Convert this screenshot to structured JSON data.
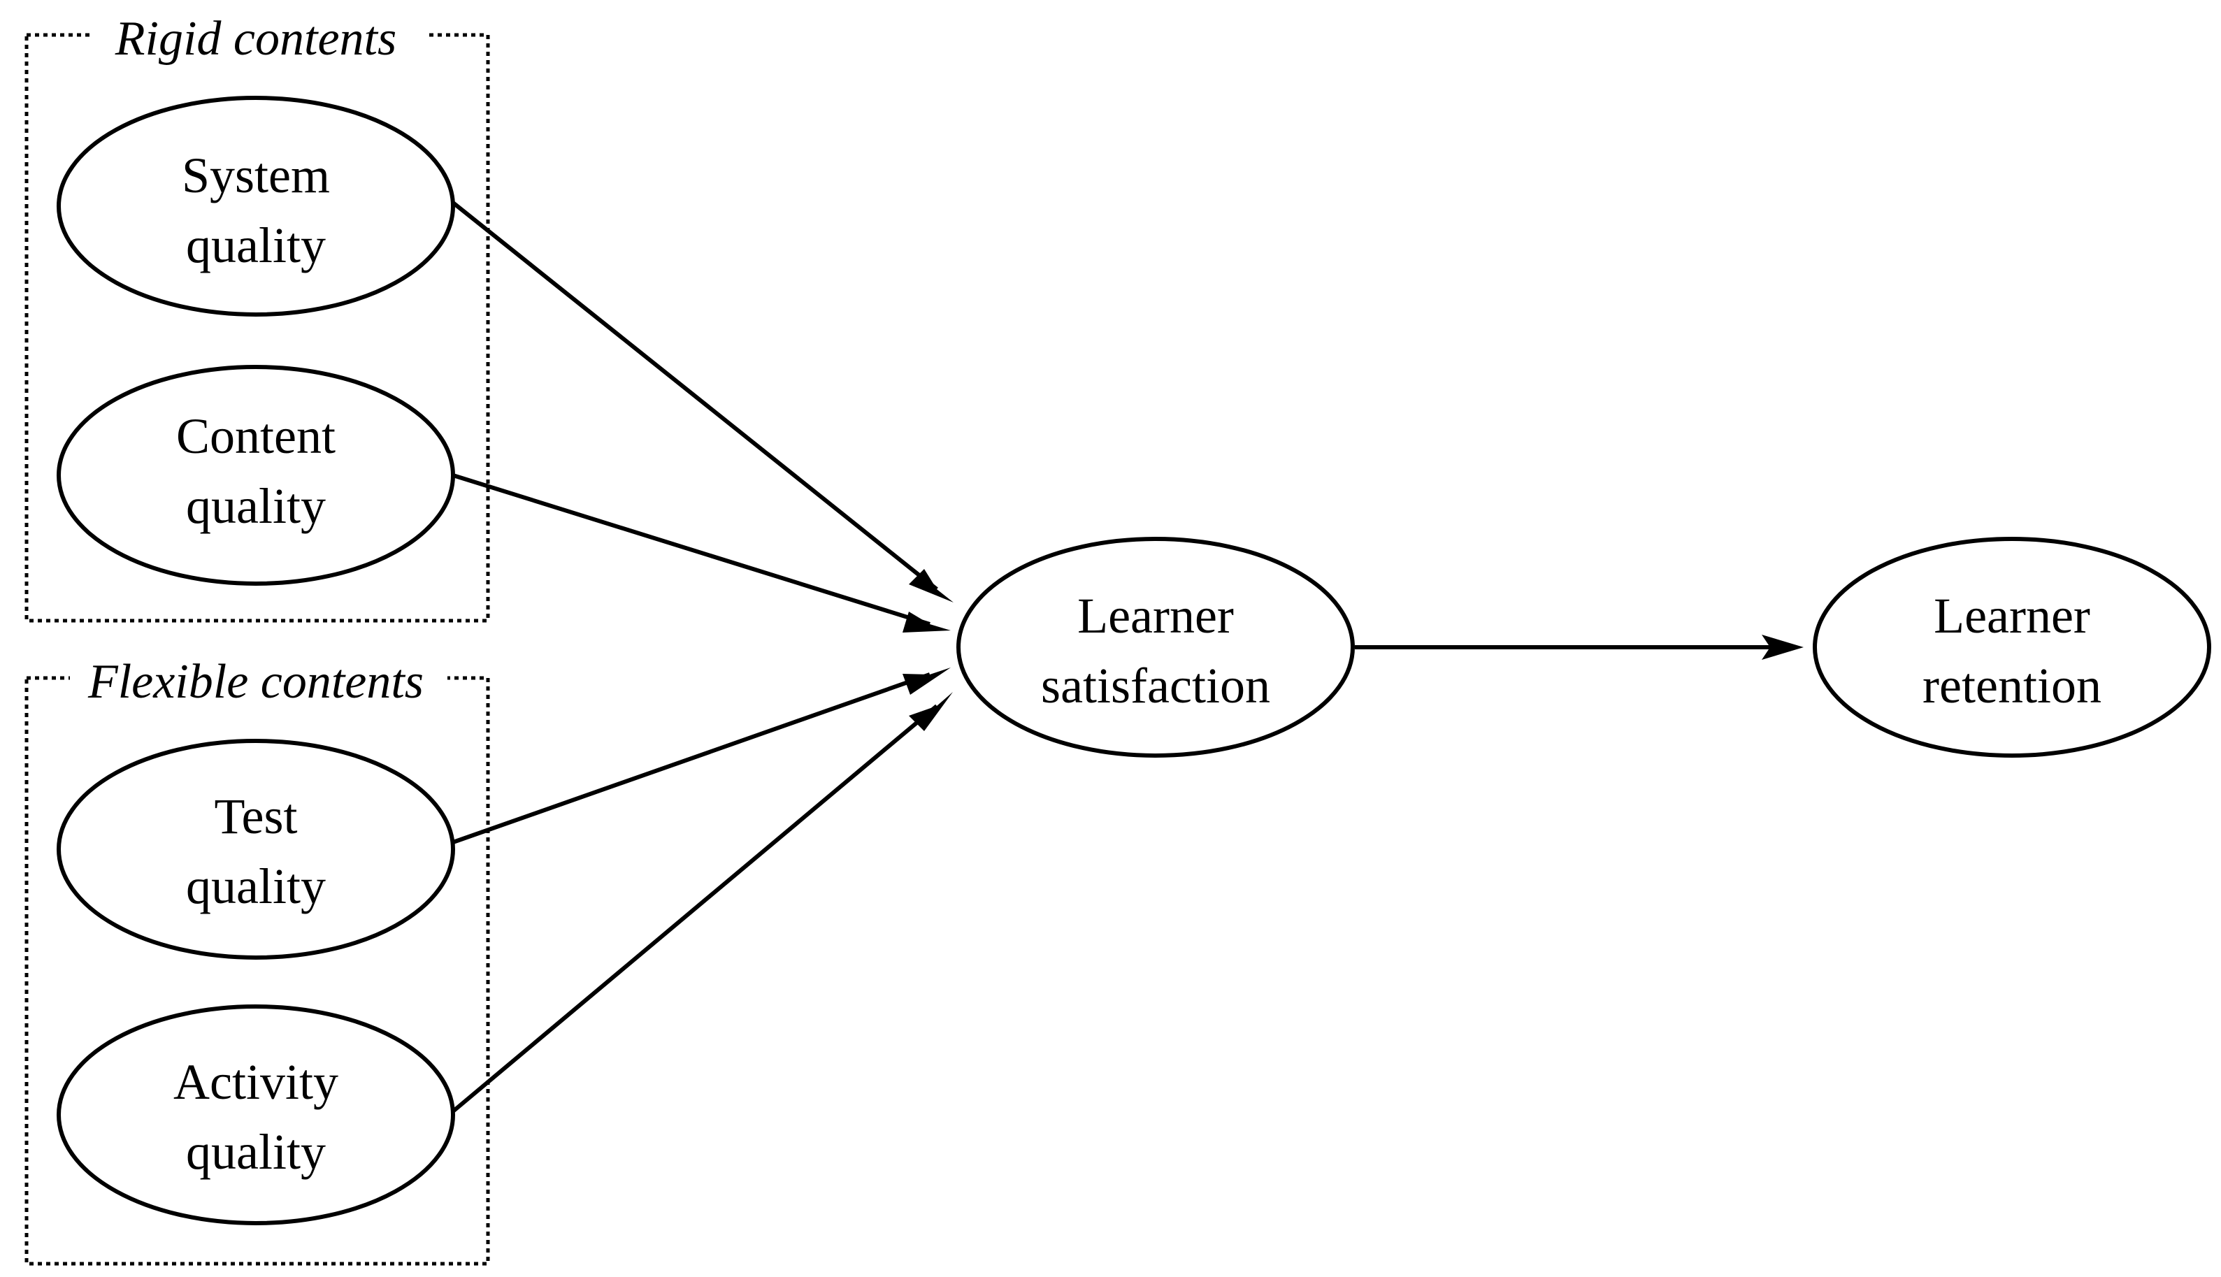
{
  "groups": {
    "rigid": {
      "label": "Rigid contents"
    },
    "flexible": {
      "label": "Flexible contents"
    }
  },
  "nodes": {
    "system_quality": {
      "line1": "System",
      "line2": "quality"
    },
    "content_quality": {
      "line1": "Content",
      "line2": "quality"
    },
    "test_quality": {
      "line1": "Test",
      "line2": "quality"
    },
    "activity_quality": {
      "line1": "Activity",
      "line2": "quality"
    },
    "learner_satisfaction": {
      "line1": "Learner",
      "line2": "satisfaction"
    },
    "learner_retention": {
      "line1": "Learner",
      "line2": "retention"
    }
  },
  "edges": [
    {
      "from": "system_quality",
      "to": "learner_satisfaction"
    },
    {
      "from": "content_quality",
      "to": "learner_satisfaction"
    },
    {
      "from": "test_quality",
      "to": "learner_satisfaction"
    },
    {
      "from": "activity_quality",
      "to": "learner_satisfaction"
    },
    {
      "from": "learner_satisfaction",
      "to": "learner_retention"
    }
  ]
}
